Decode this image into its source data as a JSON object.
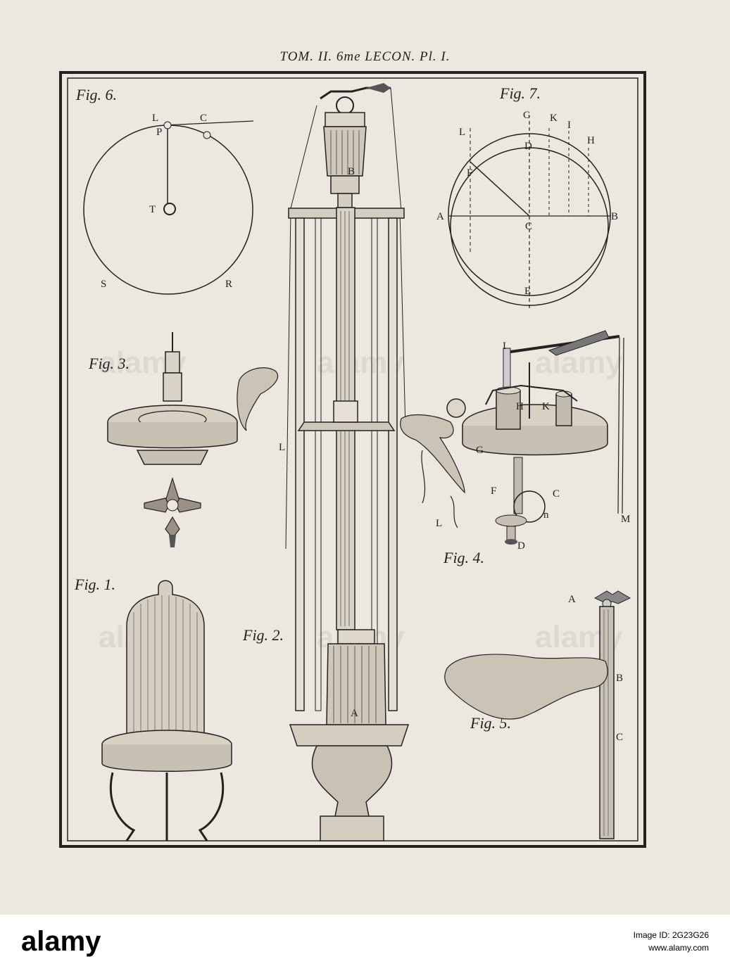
{
  "header": "TOM. II. 6me LECON. Pl. I.",
  "figures": {
    "fig6": {
      "label": "Fig. 6.",
      "letters": [
        "L",
        "C",
        "P",
        "T",
        "S",
        "R"
      ]
    },
    "fig7": {
      "label": "Fig. 7.",
      "letters": [
        "G",
        "K",
        "I",
        "L",
        "D",
        "H",
        "F",
        "A",
        "C",
        "B",
        "E"
      ]
    },
    "fig3": {
      "label": "Fig. 3."
    },
    "fig2": {
      "label": "Fig. 2.",
      "letters": [
        "B",
        "L",
        "M",
        "A"
      ]
    },
    "fig4": {
      "label": "Fig. 4.",
      "letters": [
        "I",
        "H",
        "K",
        "G",
        "C",
        "F",
        "n",
        "L",
        "D",
        "M"
      ]
    },
    "fig1": {
      "label": "Fig. 1."
    },
    "fig5": {
      "label": "Fig. 5.",
      "letters": [
        "A",
        "B",
        "C"
      ]
    }
  },
  "stock": {
    "brand": "alamy",
    "image_id_label": "Image ID: 2G23G26",
    "site": "www.alamy.com",
    "watermark": "alamy"
  }
}
